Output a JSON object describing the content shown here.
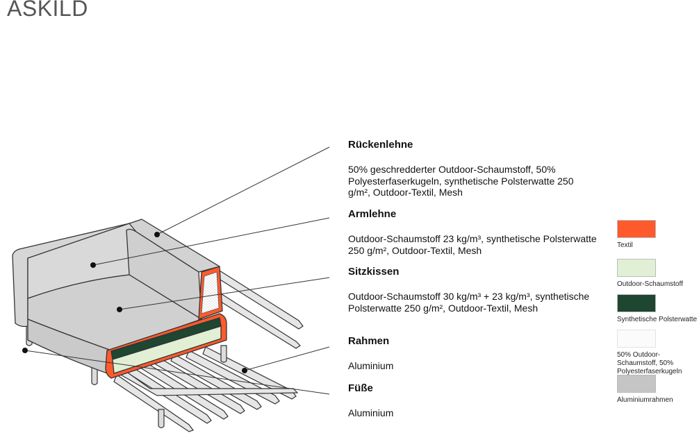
{
  "title": "ASKILD",
  "parts": [
    {
      "heading": "Rückenlehne",
      "text": "50% geschredderter Outdoor-Schaumstoff, 50% Polyesterfaserkugeln, synthetische Polsterwatte 250 g/m², Outdoor-Textil, Mesh"
    },
    {
      "heading": "Armlehne",
      "text": "Outdoor-Schaumstoff 23 kg/m³, synthetische Polsterwatte 250 g/m², Outdoor-Textil, Mesh"
    },
    {
      "heading": "Sitzkissen",
      "text": "Outdoor-Schaumstoff 30 kg/m³ + 23 kg/m³, synthetische Polsterwatte 250 g/m², Outdoor-Textil, Mesh"
    },
    {
      "heading": "Rahmen",
      "text": "Aluminium"
    },
    {
      "heading": "Füße",
      "text": "Aluminium"
    }
  ],
  "legend": [
    {
      "label": "Textil",
      "color": "#ff5a2c"
    },
    {
      "label": "Outdoor-Schaumstoff",
      "color": "#e1f0d5"
    },
    {
      "label": "Synthetische Polsterwatte",
      "color": "#1e4630"
    },
    {
      "label": "50% Outdoor-Schaumstoff, 50% Polyesterfaserkugeln",
      "color": "#fbfbfb"
    },
    {
      "label": "Aluminiumrahmen",
      "color": "#c5c5c5"
    }
  ]
}
